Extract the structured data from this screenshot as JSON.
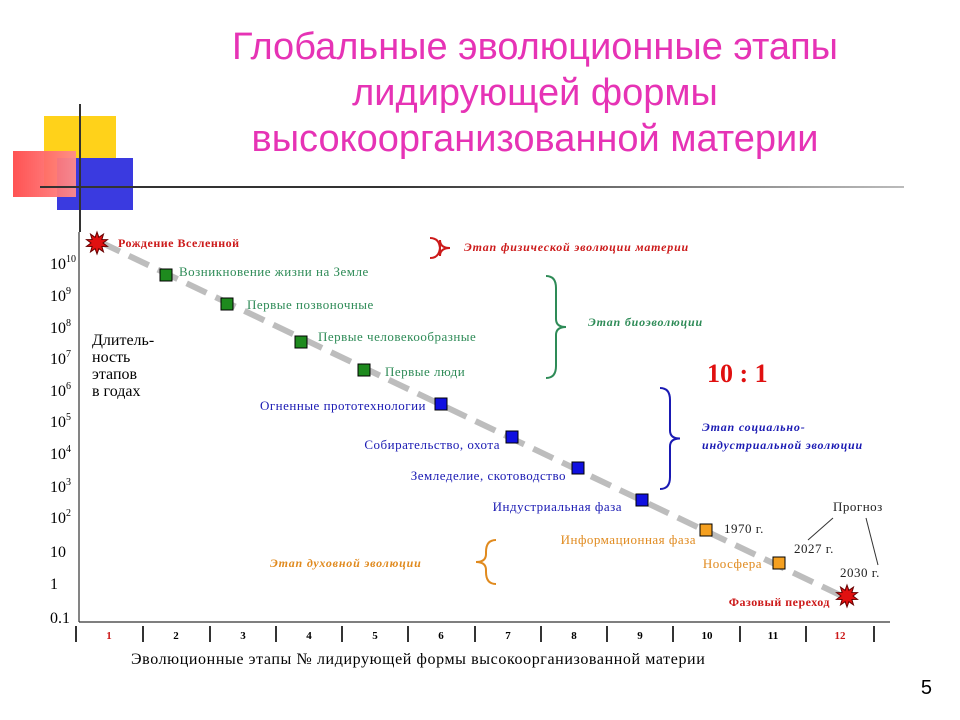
{
  "title_lines": [
    "Глобальные  эволюционные  этапы",
    "лидирующей  формы",
    "высокоорганизованной  материи"
  ],
  "slide_number": "5",
  "colors": {
    "title": "#e633b5",
    "red_label": "#cc1a1a",
    "green_label": "#2e8b57",
    "blue_label": "#1a1ab3",
    "orange_label": "#e08a1e",
    "green_marker": "#1e8a1e",
    "blue_marker": "#1010e0",
    "orange_marker": "#f5a020",
    "trend_line": "#bdbdbd"
  },
  "y_axis": {
    "tick_labels": [
      {
        "base": "10",
        "exp": "10"
      },
      {
        "base": "10",
        "exp": "9"
      },
      {
        "base": "10",
        "exp": "8"
      },
      {
        "base": "10",
        "exp": "7"
      },
      {
        "base": "10",
        "exp": "6"
      },
      {
        "base": "10",
        "exp": "5"
      },
      {
        "base": "10",
        "exp": "4"
      },
      {
        "base": "10",
        "exp": "3"
      },
      {
        "base": "10",
        "exp": "2"
      },
      {
        "base": "10",
        "exp": ""
      },
      {
        "base": "1",
        "exp": ""
      },
      {
        "base": "0.1",
        "exp": ""
      }
    ],
    "label_lines": [
      "Длитель-",
      "ность",
      "этапов",
      "в годах"
    ]
  },
  "x_axis": {
    "stages": [
      {
        "label": "1",
        "highlight": true
      },
      {
        "label": "2",
        "highlight": false
      },
      {
        "label": "3",
        "highlight": false
      },
      {
        "label": "4",
        "highlight": false
      },
      {
        "label": "5",
        "highlight": false
      },
      {
        "label": "6",
        "highlight": false
      },
      {
        "label": "7",
        "highlight": false
      },
      {
        "label": "8",
        "highlight": false
      },
      {
        "label": "9",
        "highlight": false
      },
      {
        "label": "10",
        "highlight": false
      },
      {
        "label": "11",
        "highlight": false
      },
      {
        "label": "12",
        "highlight": true
      }
    ],
    "label": "Эволюционные этапы № лидирующей формы высокоорганизованной материи"
  },
  "events": [
    {
      "label": "Рождение  Вселенной",
      "marker": "burst",
      "color": "red"
    },
    {
      "label": "Возникновение  жизни  на  Земле",
      "marker": "square",
      "color": "green"
    },
    {
      "label": "Первые позвоночные",
      "marker": "square",
      "color": "green"
    },
    {
      "label": "Первые  человекообразные",
      "marker": "square",
      "color": "green"
    },
    {
      "label": "Первые  люди",
      "marker": "square",
      "color": "green"
    },
    {
      "label": "Огненные прототехнологии",
      "marker": "square",
      "color": "blue"
    },
    {
      "label": "Собирательство, охота",
      "marker": "square",
      "color": "blue"
    },
    {
      "label": "Земледелие, скотоводство",
      "marker": "square",
      "color": "blue"
    },
    {
      "label": "Индустриальная  фаза",
      "marker": "square",
      "color": "blue"
    },
    {
      "label": "Информационная фаза",
      "marker": "square",
      "color": "orange"
    },
    {
      "label": "1970 г.",
      "marker": "none",
      "color": "black"
    },
    {
      "label": "Ноосфера",
      "marker": "square",
      "color": "orange"
    },
    {
      "label": "2027 г.",
      "marker": "none",
      "color": "black"
    },
    {
      "label": "2030 г.",
      "marker": "none",
      "color": "black"
    },
    {
      "label": "Фазовый переход",
      "marker": "burst",
      "color": "red"
    },
    {
      "label": "Прогноз",
      "marker": "none",
      "color": "black"
    }
  ],
  "stages_annotations": [
    {
      "label": "Этап  физической  эволюции  материи",
      "color": "red"
    },
    {
      "label": "Этап  биоэволюции",
      "color": "green"
    },
    {
      "label": "Этап  социально-",
      "color": "blue"
    },
    {
      "label": "индустриальной эволюции",
      "color": "blue"
    },
    {
      "label": "Этап  духовной  эволюции",
      "color": "orange"
    }
  ],
  "ratio": "10 : 1"
}
